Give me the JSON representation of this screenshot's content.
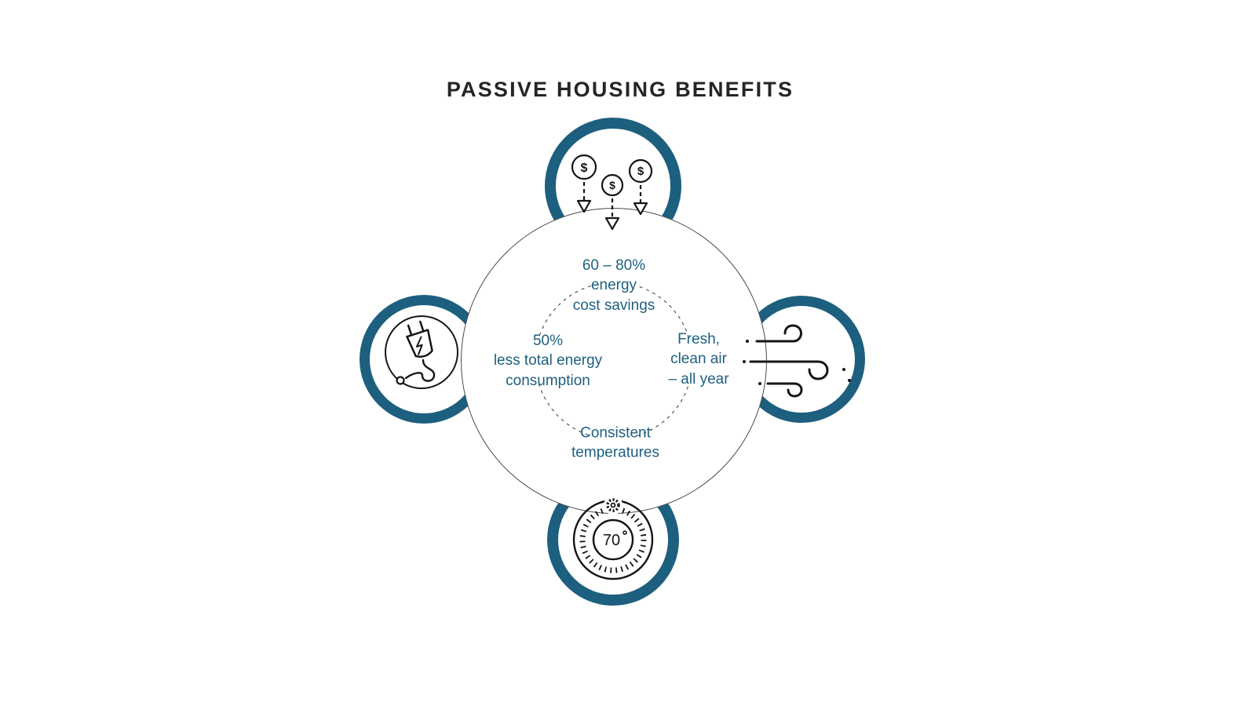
{
  "title": "PASSIVE HOUSING BENEFITS",
  "colors": {
    "ring_teal": "#1d5f7e",
    "label_teal": "#1e6080",
    "line_dark": "#1a1a1a"
  },
  "benefits": {
    "top": {
      "label": "60 – 80%\nenergy\ncost savings",
      "icon": "falling-money-icon"
    },
    "left": {
      "label": "50%\nless total energy\nconsumption",
      "icon": "power-plug-icon"
    },
    "right": {
      "label": "Fresh,\nclean air\n– all year",
      "icon": "wind-icon"
    },
    "bottom": {
      "label": "Consistent\ntemperatures",
      "icon": "thermostat-icon"
    }
  },
  "icon_text": {
    "currency_symbol": "$",
    "thermostat_value": "70"
  }
}
